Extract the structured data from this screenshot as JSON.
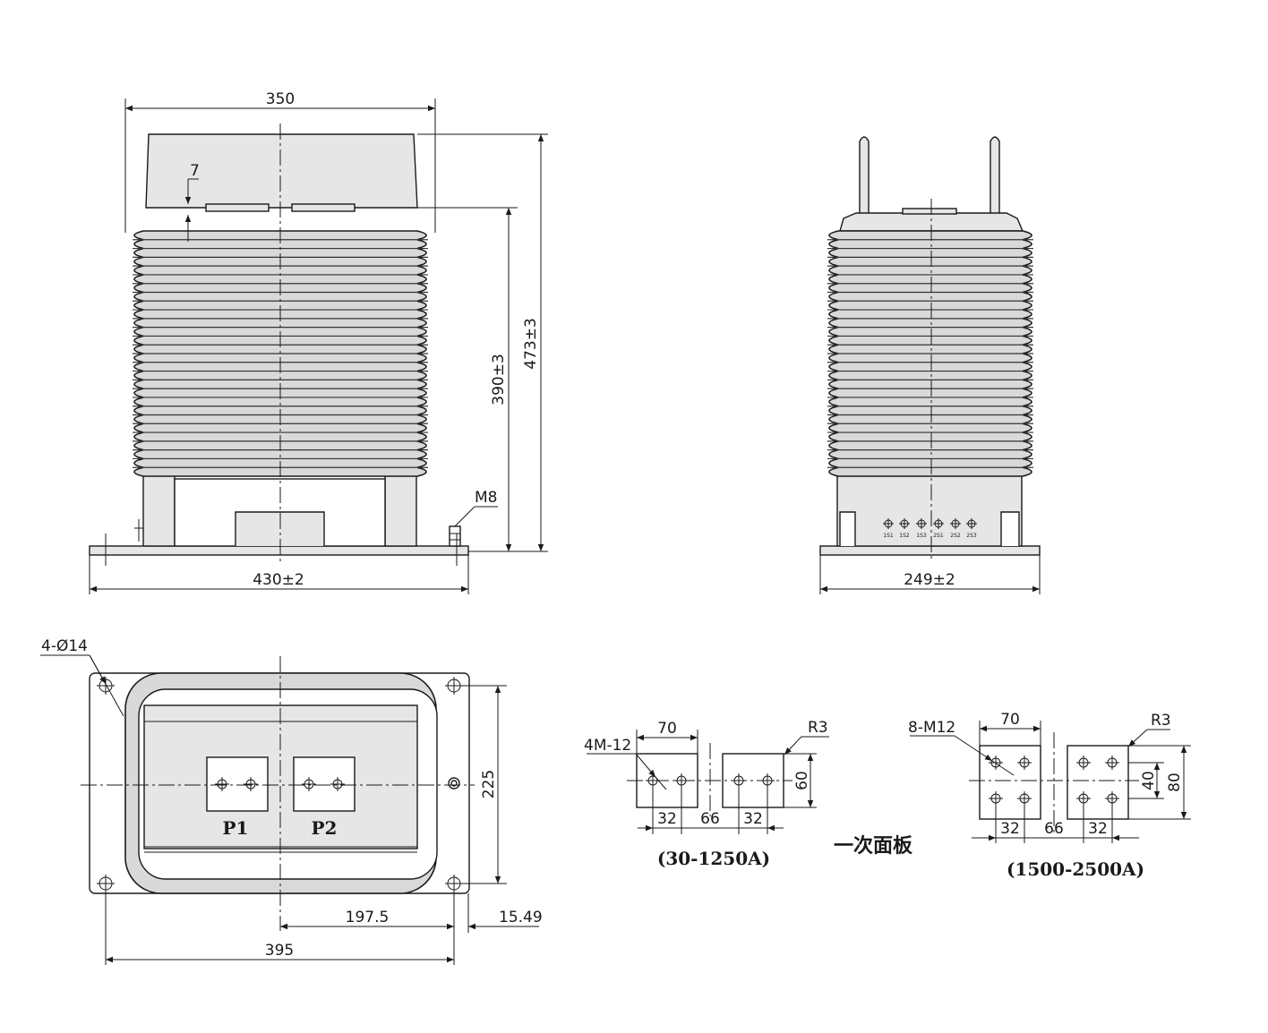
{
  "front_view": {
    "width_top": "350",
    "gap_7": "7",
    "height_390": "390±3",
    "height_473": "473±3",
    "bolt": "M8",
    "base_width": "430±2"
  },
  "side_view": {
    "base_width": "249±2",
    "terminals": [
      "1S1",
      "1S2",
      "1S3",
      "2S1",
      "2S2",
      "2S3"
    ]
  },
  "bottom_view": {
    "holes": "4-Ø14",
    "height_225": "225",
    "dist_197": "197.5",
    "dist_1549": "15.49",
    "width_395": "395",
    "p1": "P1",
    "p2": "P2"
  },
  "panel_small": {
    "holes": "4M-12",
    "width_70": "70",
    "radius": "R3",
    "height_60": "60",
    "gap_32a": "32",
    "gap_66": "66",
    "gap_32b": "32",
    "range": "(30-1250A)"
  },
  "panel_title": "一次面板",
  "panel_large": {
    "holes": "8-M12",
    "width_70": "70",
    "radius": "R3",
    "height_40": "40",
    "height_80": "80",
    "gap_32a": "32",
    "gap_66": "66",
    "gap_32b": "32",
    "range": "(1500-2500A)"
  }
}
